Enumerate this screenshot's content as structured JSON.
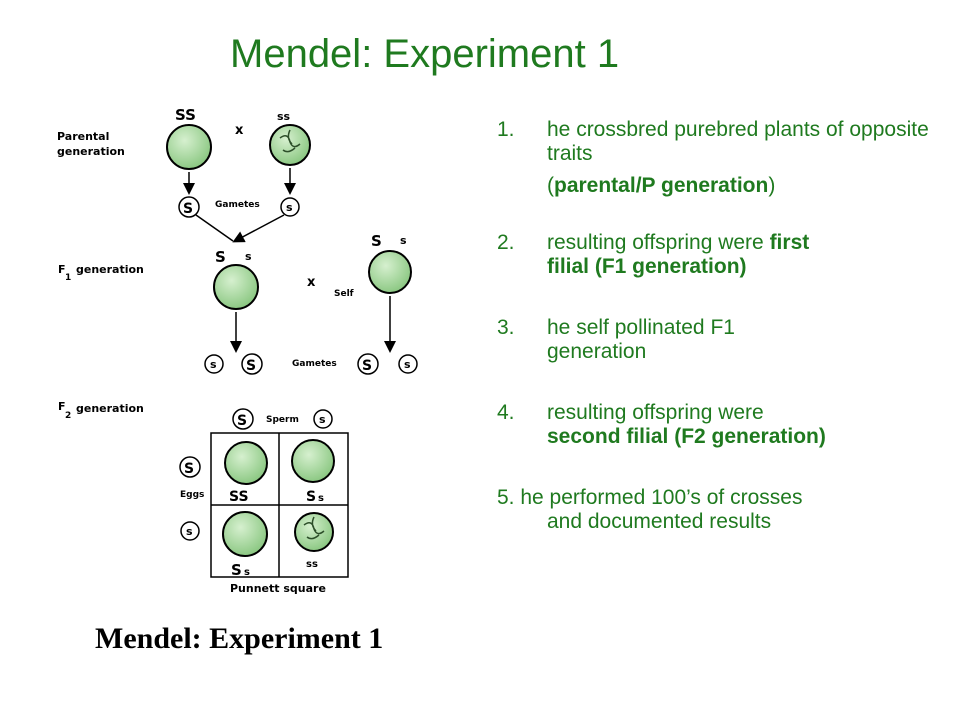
{
  "slide": {
    "title": "Mendel: Experiment 1",
    "caption": "Mendel: Experiment 1"
  },
  "diagram": {
    "row_labels": {
      "parental_1": "Parental",
      "parental_2": "generation",
      "f1_letter": "F",
      "f1_sub": "1",
      "f1_word": "generation",
      "f2_letter": "F",
      "f2_sub": "2",
      "f2_word": "generation"
    },
    "parents": {
      "left": "SS",
      "right": "ss",
      "cross": "x"
    },
    "gametes_label_1": "Gametes",
    "gametes_label_2": "Gametes",
    "gamete_S": "S",
    "gamete_s": "s",
    "f1_genotype_big": "S",
    "f1_genotype_small": "s",
    "f1_cross": "x",
    "self_label": "Self",
    "sperm_label": "Sperm",
    "eggs_label": "Eggs",
    "punnett_cells": {
      "c1": "SS",
      "c2_big": "S",
      "c2_small": "s",
      "c3_big": "S",
      "c3_small": "s",
      "c4": "ss"
    },
    "punnett_label": "Punnett square",
    "colors": {
      "pea": "#a8dba0",
      "pea_dark": "#3c6b38",
      "line": "#000000"
    }
  },
  "list": {
    "item1": {
      "num": "1.",
      "text": "he crossbred  purebred plants of opposite traits",
      "pre": "(",
      "bold": "parental/P generation",
      "post": ")"
    },
    "item2": {
      "num": "2.",
      "text": "resulting offspring were ",
      "bold1": "first",
      "bold2": "filial (F1 generation)"
    },
    "item3": {
      "num": "3.",
      "text": "he self pollinated F1 generation"
    },
    "item4": {
      "num": "4.",
      "text": "resulting offspring were ",
      "bold": "second filial (F2 generation)"
    },
    "item5": {
      "num": "5.",
      "text1": " he performed 100’s of crosses",
      "text2": "and documented results"
    }
  },
  "accent_color": "#1f7a1f"
}
